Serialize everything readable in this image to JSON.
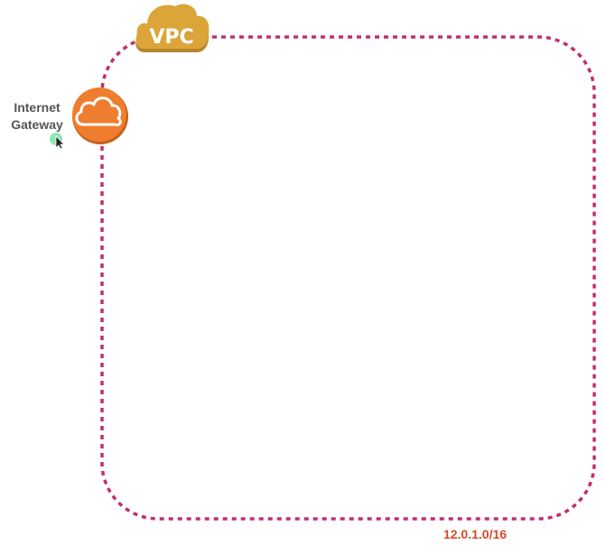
{
  "vpc": {
    "label": "VPC",
    "cidr": "12.0.1.0/16",
    "icon": "cloud-icon"
  },
  "internet_gateway": {
    "label_line1": "Internet",
    "label_line2": "Gateway",
    "icon": "cloud-outline-icon"
  },
  "cursor": {
    "icon": "mouse-pointer-icon"
  },
  "colors": {
    "vpc_border": "#c0306e",
    "vpc_badge": "#dca53a",
    "vpc_badge_shadow": "#b8842a",
    "gateway_circle": "#ef7d2e",
    "gateway_circle_edge": "#c65f1c",
    "cidr_text": "#d9472b",
    "label_text": "#555555",
    "cursor_highlight": "#7be3a6"
  }
}
